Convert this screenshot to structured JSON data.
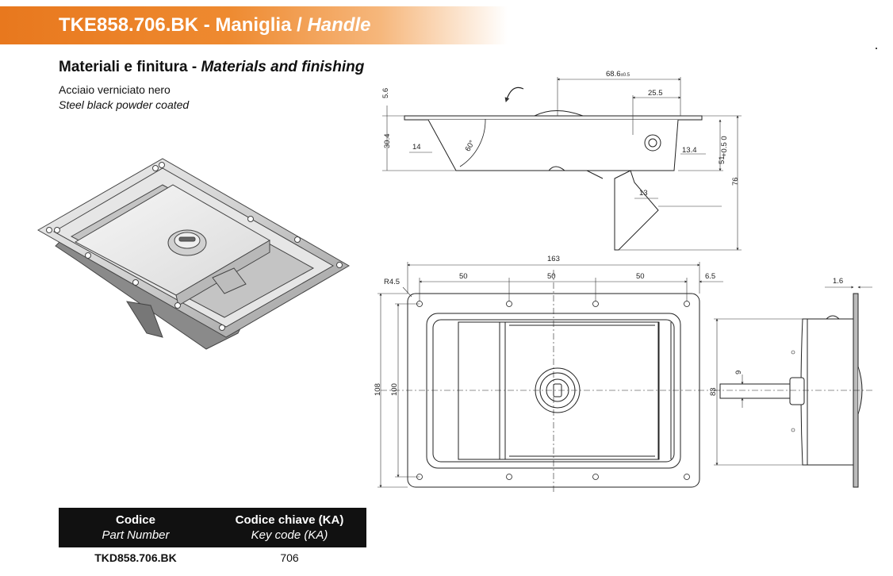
{
  "header": {
    "code": "TKE858.706.BK",
    "separator": " - ",
    "name_it": "Maniglia / ",
    "name_en": "Handle"
  },
  "materials": {
    "title_it": "Materiali e finitura - ",
    "title_en": "Materials and finishing",
    "desc_it": "Acciaio verniciato nero",
    "desc_en": "Steel black powder coated"
  },
  "table": {
    "headers": [
      {
        "it": "Codice",
        "en": "Part Number"
      },
      {
        "it": "Codice chiave (KA)",
        "en": "Key code (KA)"
      }
    ],
    "rows": [
      {
        "part_number": "TKD858.706.BK",
        "key_code": "706"
      }
    ]
  },
  "dimensions": {
    "side_top_h": "5.6",
    "overall_w": "68.6",
    "overall_w_tol": "±0.5",
    "key_offset": "25.5",
    "body_depth": "30.4",
    "lip": "14",
    "angle": "60°",
    "key_h": "13.4",
    "key_pos": "51",
    "key_tol_up": "+0.5",
    "key_tol_dn": "0",
    "total_depth": "76",
    "tongue": "13",
    "front_w": "163",
    "radius": "R4.5",
    "pitch1": "50",
    "pitch2": "50",
    "pitch3": "50",
    "edge": "6.5",
    "front_h_outer": "108",
    "front_h_inner": "100",
    "right_h": "83",
    "bar": "9",
    "flange_t": "1.6"
  }
}
